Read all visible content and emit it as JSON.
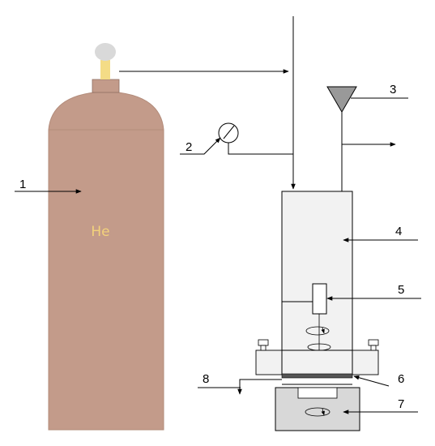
{
  "diagram": {
    "gas_label": "He",
    "labels": [
      "1",
      "2",
      "3",
      "4",
      "5",
      "6",
      "7",
      "8"
    ]
  },
  "colors": {
    "cylinder": "#c39b8a",
    "cylinder_dark": "#b38c7b",
    "valve": "#f4dc86",
    "valve_cap": "#d9d9d9",
    "gas_text": "#f3d27b",
    "vessel_fill": "#f2f2f2",
    "base_fill": "#d8d8d8",
    "stroke": "#000000"
  }
}
